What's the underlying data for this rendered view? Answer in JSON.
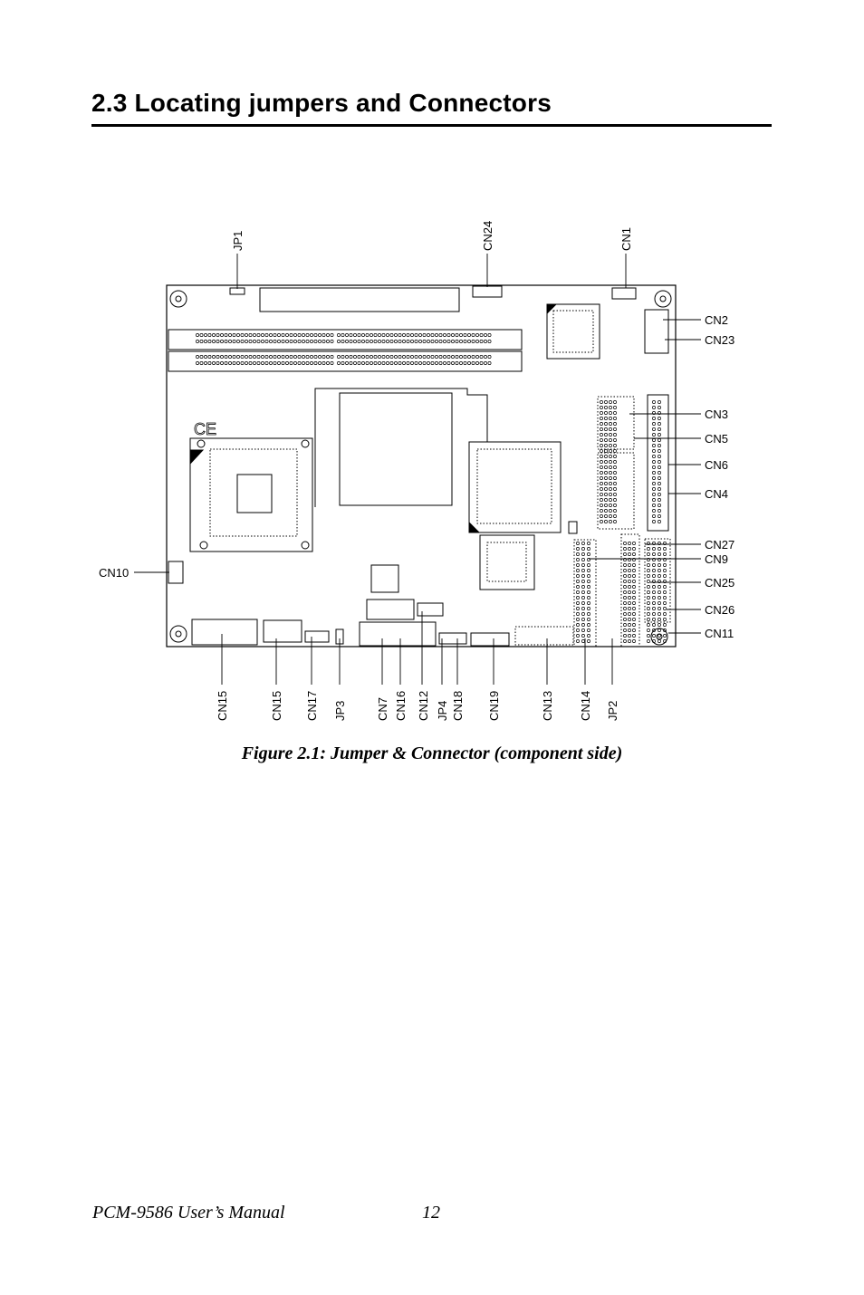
{
  "section": {
    "title": "2.3  Locating jumpers and Connectors"
  },
  "figure": {
    "caption": "Figure 2.1: Jumper & Connector (component side)",
    "top_labels": [
      "JP1",
      "CN24",
      "CN1"
    ],
    "right_labels": [
      "CN2",
      "CN23",
      "CN3",
      "CN5",
      "CN6",
      "CN4",
      "CN27",
      "CN9",
      "CN25",
      "CN26",
      "CN11"
    ],
    "left_labels": [
      "CN10"
    ],
    "bottom_labels": [
      "CN15",
      "CN15",
      "CN17",
      "JP3",
      "CN7",
      "CN16",
      "CN12",
      "JP4",
      "CN18",
      "CN19",
      "CN13",
      "CN14",
      "JP2"
    ]
  },
  "footer": {
    "manual": "PCM-9586 User’s Manual",
    "page": "12"
  }
}
